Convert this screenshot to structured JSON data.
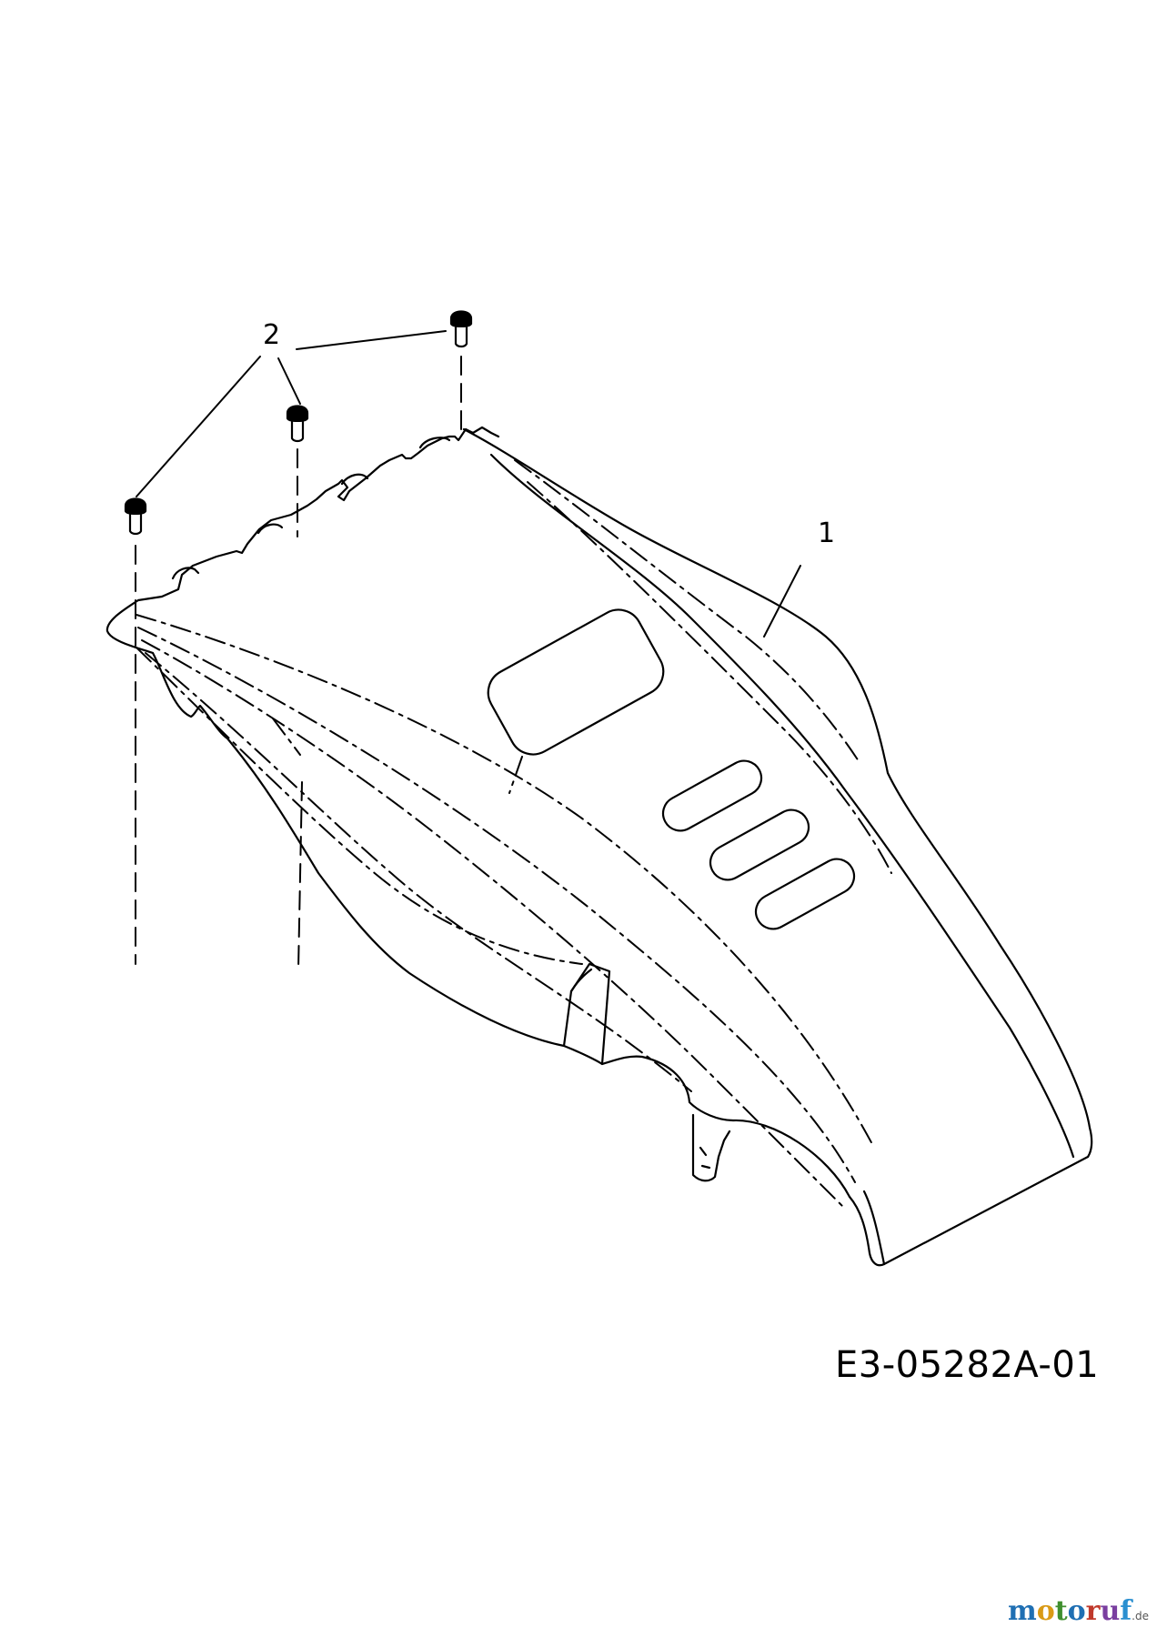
{
  "diagram": {
    "callouts": [
      {
        "id": "1",
        "label": "1"
      },
      {
        "id": "2",
        "label": "2"
      }
    ],
    "drawing_number": "E3-05282A-01",
    "watermark": {
      "letters": [
        "m",
        "o",
        "t",
        "o",
        "r",
        "u",
        "f"
      ],
      "letter_colors": [
        "#1f6fb3",
        "#d99a16",
        "#3f8f2f",
        "#1f6fb3",
        "#c0392b",
        "#7a3fa0",
        "#2a8fd0"
      ],
      "suffix": ".de"
    }
  }
}
